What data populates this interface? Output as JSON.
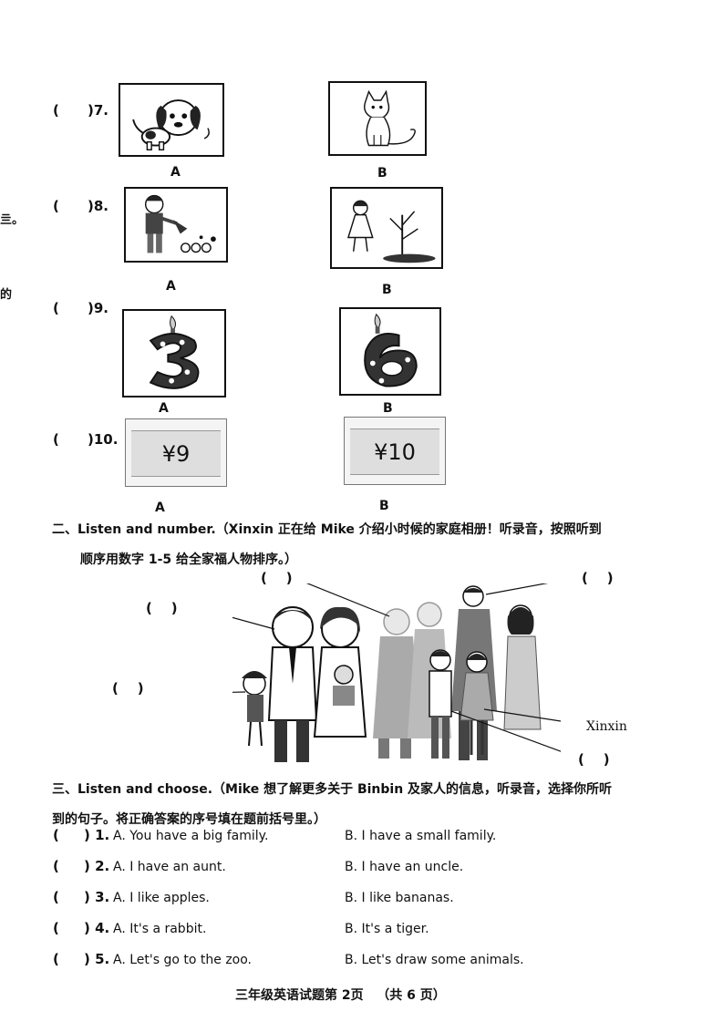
{
  "margin_fragments": [
    "亖。",
    "的"
  ],
  "section_one_items": [
    {
      "number": ")7.",
      "option_a": "A",
      "option_b": "B",
      "icon_a": "dog-icon",
      "icon_b": "cat-icon"
    },
    {
      "number": ")8.",
      "option_a": "A",
      "option_b": "B",
      "icon_a": "boy-watering-icon",
      "icon_b": "girl-tree-icon"
    },
    {
      "number": ")9.",
      "option_a": "A",
      "option_b": "B",
      "icon_a": "candle-three-icon",
      "icon_b": "candle-six-icon"
    },
    {
      "number": ")10.",
      "option_a": "A",
      "option_b": "B",
      "price_a": "¥9",
      "price_b": "¥10"
    }
  ],
  "open_paren": "(",
  "section_two": {
    "title": "二、Listen and number.（Xinxin 正在给 Mike 介绍小时候的家庭相册！听录音，按照听到",
    "title_cont": "顺序用数字 1-5 给全家福人物排序。）",
    "brackets": [
      "(    )",
      "(    )",
      "(    )",
      "(    )",
      "(    )"
    ],
    "xinxin_label": "Xinxin",
    "image_icon": "family-photo-icon"
  },
  "section_three": {
    "title": "三、Listen and choose.（Mike 想了解更多关于 Binbin 及家人的信息，听录音，选择你所听",
    "title_cont": "到的句子。将正确答案的序号填在题前括号里。）",
    "items": [
      {
        "number": ") 1.",
        "a": "A. You have a big family.",
        "b": "B. I have a small family."
      },
      {
        "number": ") 2.",
        "a": "A. I have an aunt.",
        "b": "B. I have an uncle."
      },
      {
        "number": ") 3.",
        "a": "A. I like apples.",
        "b": "B. I like bananas."
      },
      {
        "number": ") 4.",
        "a": "A. It's a rabbit.",
        "b": "B. It's a tiger."
      },
      {
        "number": ") 5.",
        "a": "A. Let's go to the zoo.",
        "b": "B. Let's draw some animals."
      }
    ]
  },
  "footer": "三年级英语试题第 2页   （共 6 页）"
}
